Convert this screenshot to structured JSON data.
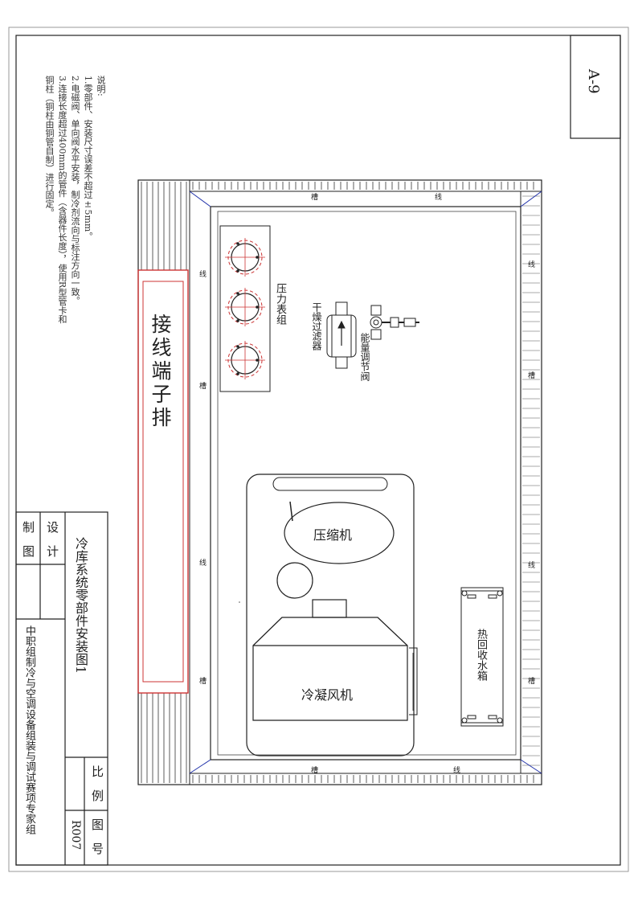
{
  "sheet": {
    "code": "A-9"
  },
  "notes": {
    "heading": "说明:",
    "lines": [
      "1.零部件、安装尺寸误差不超过±5mm。",
      "2.电磁阀、单向阀水平安装，制冷剂流向与标注方向一致。",
      "3.连接长度超过400mm的管件（含器件长度），使用R型管卡和",
      "铜柱（铜柱由铜管自制）进行固定。"
    ]
  },
  "board": {
    "terminal_strip": "接线端子排",
    "gauge_group": "压力表组",
    "dryer_filter": "干燥过滤器",
    "capacity_valve": "能量调节阀",
    "compressor": "压缩机",
    "condenser_fan": "冷凝风机",
    "heat_recovery_tank": "热回收水箱",
    "trough_char": "槽",
    "wire_char": "线"
  },
  "title_block": {
    "title": "冷库系统零部件安装图1",
    "designer_label": "设　计",
    "drafter_label": "制　图",
    "scale_label": "比　例",
    "drawing_no_label": "图　号",
    "drawing_no": "R007",
    "org": "中职组制冷与空调设备组装与调试赛项专家组"
  }
}
